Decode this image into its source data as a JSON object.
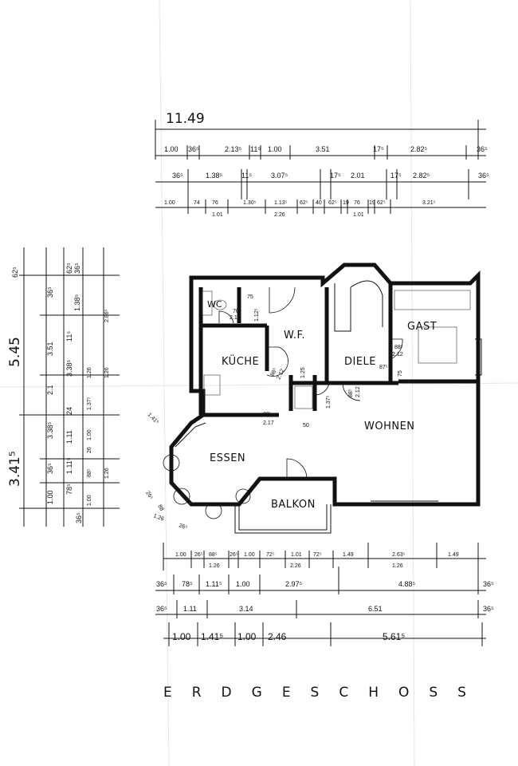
{
  "top_dims": {
    "overall": "11.49",
    "row1": [
      "1.00",
      "36⁵",
      "2.13⁵",
      "11⁵",
      "1.00",
      "3.51",
      "17⁵",
      "2.82⁵",
      "36⁵"
    ],
    "row2": [
      "36⁵",
      "1.38⁵",
      "11⁵",
      "3.07⁵",
      "17⁵",
      "2.01",
      "17⁵",
      "2.82⁵",
      "36⁵"
    ],
    "row3": [
      "1.00",
      "74",
      "76",
      "1.30⁵",
      "1.13⁵",
      "62⁵",
      "40",
      "62⁵",
      "19",
      "76",
      "19",
      "62⁵",
      "3.21⁵"
    ],
    "row3_sub": [
      "1.01",
      "2.26",
      "1.01"
    ]
  },
  "left_dims": {
    "col1": [
      "62⁵",
      "5.45",
      "3.41⁵"
    ],
    "col2": [
      "36⁵",
      "3.51",
      "2.1",
      "3.38⁵",
      "36⁵",
      "1.00",
      "36⁵"
    ],
    "col3": [
      "62⁵",
      "11⁵",
      "3.38⁵",
      "24",
      "1.11",
      "1.11⁵",
      "78⁵"
    ],
    "col4": [
      "36⁵",
      "1.38⁵",
      "1.26",
      "1.37⁵",
      "1.00",
      "26",
      "88⁵",
      "1.00"
    ],
    "col5": [
      "2.86⁵",
      "1.26",
      "1.26"
    ]
  },
  "rooms": {
    "wc": "WC",
    "kueche": "KÜCHE",
    "wf": "W.F.",
    "diele": "DIELE",
    "gast": "GAST",
    "wohnen": "WOHNEN",
    "essen": "ESSEN",
    "balkon": "BALKON"
  },
  "door_labels": {
    "wc_door": [
      "76",
      "2.12"
    ],
    "wc_width": "75",
    "wc_height": "1.12⁵",
    "kueche_door": [
      "88⁵",
      "2.12"
    ],
    "kueche_bottom": [
      "88⁵",
      "2.17"
    ],
    "hall_small": "1.25",
    "bath_door": [
      "1.37⁵"
    ],
    "bath_width": "50",
    "diele_door": [
      "88⁵",
      "2.12"
    ],
    "diele_right": "87⁵",
    "gast_door": [
      "88⁵",
      "2.12"
    ],
    "gast_side": "75",
    "essen_diag": "1.41⁵",
    "bay_a": "26⁵",
    "bay_b": "88",
    "bay_c": "1.26",
    "bay_d": "26⁵"
  },
  "bottom_dims": {
    "row1": [
      "1.00",
      "26⁵",
      "88⁵",
      "26⁵",
      "1.00",
      "72⁵",
      "1.01",
      "72⁵",
      "1.49",
      "2.63⁵",
      "1.49"
    ],
    "row1_sub": [
      "1.26",
      "2.26",
      "1.26"
    ],
    "row2": [
      "36⁵",
      "78⁵",
      "1.11⁵",
      "1.00",
      "2.97⁵",
      "4.88⁵",
      "36⁵"
    ],
    "row3": [
      "36⁵",
      "1.11",
      "3.14",
      "6.51",
      "36⁵"
    ],
    "row4": [
      "1.00",
      "1.41⁵",
      "1.00",
      "2.46",
      "5.61⁵"
    ]
  },
  "floor_title": "ERDGESCHOSS"
}
